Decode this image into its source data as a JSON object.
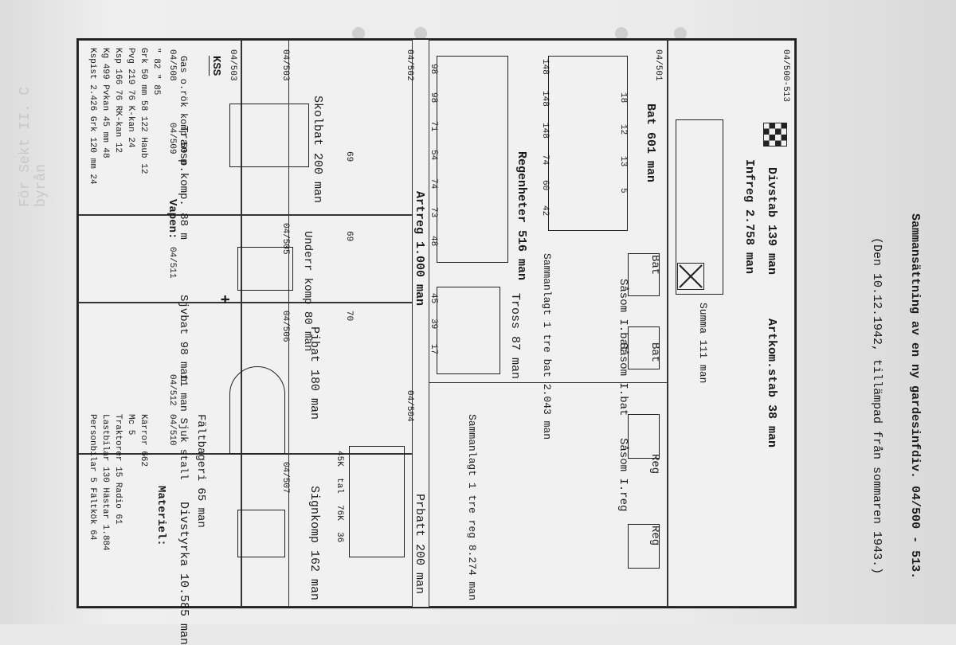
{
  "margin_note": "För Sekt II. C byrån",
  "header": {
    "title": "Sammansättning av en ny gardesinfdiv. 04/500 - 513.",
    "subtitle": "(Den 10.12.1942, tillämpad från sommaren 1943.)"
  },
  "top": {
    "code": "04/500-513",
    "divstab": "Divstab 139 man",
    "artkom": "Artkom.stab 38 man",
    "infreg": "Infreg 2.758 man",
    "summa": "Summa 111 man",
    "bat_label": "Bat",
    "bat_same": "Såsom I.bat",
    "reg_label": "Reg",
    "reg_same": "Såsom I.reg",
    "bat601": "Bat 601 man",
    "code501": "04/501",
    "sammanlagt_tre_bat": "Sammanlagt 1 tre bat 2.043 man",
    "regenheter": "Regenheter 516 man",
    "tross": "Tross 87 man",
    "artreg": "Artreg 1.000 man",
    "code502": "04/502",
    "sammanlagt_tre_reg": "Sammanlagt 1 tre reg 8.274 man",
    "code504": "04/504",
    "prbatt": "Prbatt 200 man"
  },
  "bottom": {
    "kss": "KSS",
    "gas": "Gas o.rök komp 50 m",
    "code508": "04/508",
    "code503": "04/503",
    "skolbat": "Skolbat 200 man",
    "code509": "04/509",
    "transp": "Transp.komp. 88 m",
    "code505": "04/505",
    "underr": "Underr komp 80 man",
    "code511": "04/511",
    "sjvbat": "Sjvbat 98 man",
    "code506": "04/506",
    "pibat": "Pibat 180 man",
    "code512": "04/512",
    "sjukstall": "11 man Sjuk stall",
    "code510": "04/510",
    "faltbageri": "Fältbageri 65 man",
    "code507": "04/507",
    "signkomp": "Signkomp 162 man",
    "divstyrka": "Divstyrka 10.585 man"
  },
  "vapen": {
    "title": "Vapen:",
    "lines": [
      "Kspist 2.426  Grk 120 mm 24",
      "Kg 499        Pvkan 45 mm 48",
      "Ksp 166       76 RK-kan 12",
      "Pvg 219       76 K-kan 24",
      "Grk 50 mm 58  122 Haub 12",
      "     \" 82 \" 85"
    ]
  },
  "materiel": {
    "title": "Materiel:",
    "lines": [
      "Personbilar 5   Fältkök 64",
      "Lastbilar 130   Hästar 1.884",
      "Traktorer 15    Radio 61",
      "Mc 5",
      "Kärror 662"
    ]
  },
  "bat_numbers": {
    "row1": [
      "148",
      "148",
      "148",
      "74",
      "60",
      "42"
    ],
    "row2": [
      "18",
      "12",
      "13",
      "5"
    ]
  },
  "reg_numbers": [
    "98",
    "98",
    "71",
    "54",
    "74",
    "73",
    "48"
  ],
  "tross_numbers": [
    "45",
    "39",
    "17"
  ],
  "artreg_numbers": [
    "69",
    "69",
    "70"
  ],
  "prbatt_labels": [
    "45K",
    "tal",
    "76K",
    "36"
  ],
  "symbols": {
    "flag": "division-flag",
    "plus": "medical-cross",
    "cross_box": "cross-box"
  }
}
